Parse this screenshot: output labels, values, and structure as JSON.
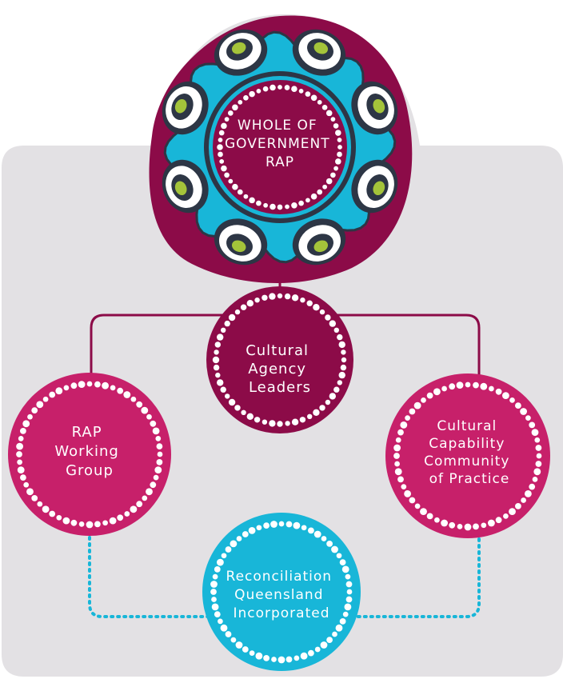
{
  "colors": {
    "panel": "#e3e1e4",
    "maroon": "#8c0b48",
    "pink": "#c7206a",
    "cyan": "#18b6d8",
    "navy": "#2d3645",
    "lime": "#a4c43a",
    "dots": "#ffffff"
  },
  "nodes": {
    "whole_of_government": {
      "lines": [
        "WHOLE OF",
        "GOVERNMENT",
        "RAP"
      ]
    },
    "cultural_agency_leaders": {
      "lines": [
        "Cultural",
        "Agency",
        "Leaders"
      ]
    },
    "rap_working_group": {
      "lines": [
        "RAP",
        "Working",
        "Group"
      ]
    },
    "cultural_capability": {
      "lines": [
        "Cultural",
        "Capability",
        "Community",
        "of Practice"
      ]
    },
    "reconciliation_queensland": {
      "lines": [
        "Reconciliation",
        "Queensland",
        "Incorporated"
      ]
    }
  },
  "edges": [
    {
      "from": "whole_of_government",
      "to": "cultural_agency_leaders",
      "style": "solid"
    },
    {
      "from": "cultural_agency_leaders",
      "to": "rap_working_group",
      "style": "solid"
    },
    {
      "from": "cultural_agency_leaders",
      "to": "cultural_capability",
      "style": "solid"
    },
    {
      "from": "rap_working_group",
      "to": "reconciliation_queensland",
      "style": "dotted"
    },
    {
      "from": "cultural_capability",
      "to": "reconciliation_queensland",
      "style": "dotted"
    }
  ]
}
